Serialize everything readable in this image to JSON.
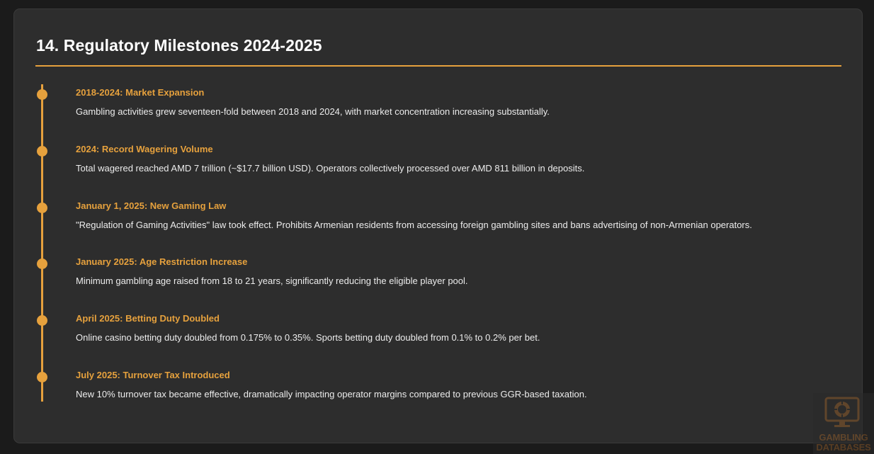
{
  "section": {
    "title": "14. Regulatory Milestones 2024-2025"
  },
  "events": [
    {
      "title": "2018-2024: Market Expansion",
      "description": "Gambling activities grew seventeen-fold between 2018 and 2024, with market concentration increasing substantially."
    },
    {
      "title": "2024: Record Wagering Volume",
      "description": "Total wagered reached AMD 7 trillion (~$17.7 billion USD). Operators collectively processed over AMD 811 billion in deposits."
    },
    {
      "title": "January 1, 2025: New Gaming Law",
      "description": "\"Regulation of Gaming Activities\" law took effect. Prohibits Armenian residents from accessing foreign gambling sites and bans advertising of non-Armenian operators."
    },
    {
      "title": "January 2025: Age Restriction Increase",
      "description": "Minimum gambling age raised from 18 to 21 years, significantly reducing the eligible player pool."
    },
    {
      "title": "April 2025: Betting Duty Doubled",
      "description": "Online casino betting duty doubled from 0.175% to 0.35%. Sports betting duty doubled from 0.1% to 0.2% per bet."
    },
    {
      "title": "July 2025: Turnover Tax Introduced",
      "description": "New 10% turnover tax became effective, dramatically impacting operator margins compared to previous GGR-based taxation."
    }
  ],
  "watermark": {
    "line1": "GAMBLING",
    "line2": "DATABASES"
  },
  "colors": {
    "accent": "#e6a13d",
    "card_background": "#2d2d2d",
    "page_background": "#1b1b1b",
    "title_text": "#ffffff",
    "body_text": "#ececec"
  }
}
